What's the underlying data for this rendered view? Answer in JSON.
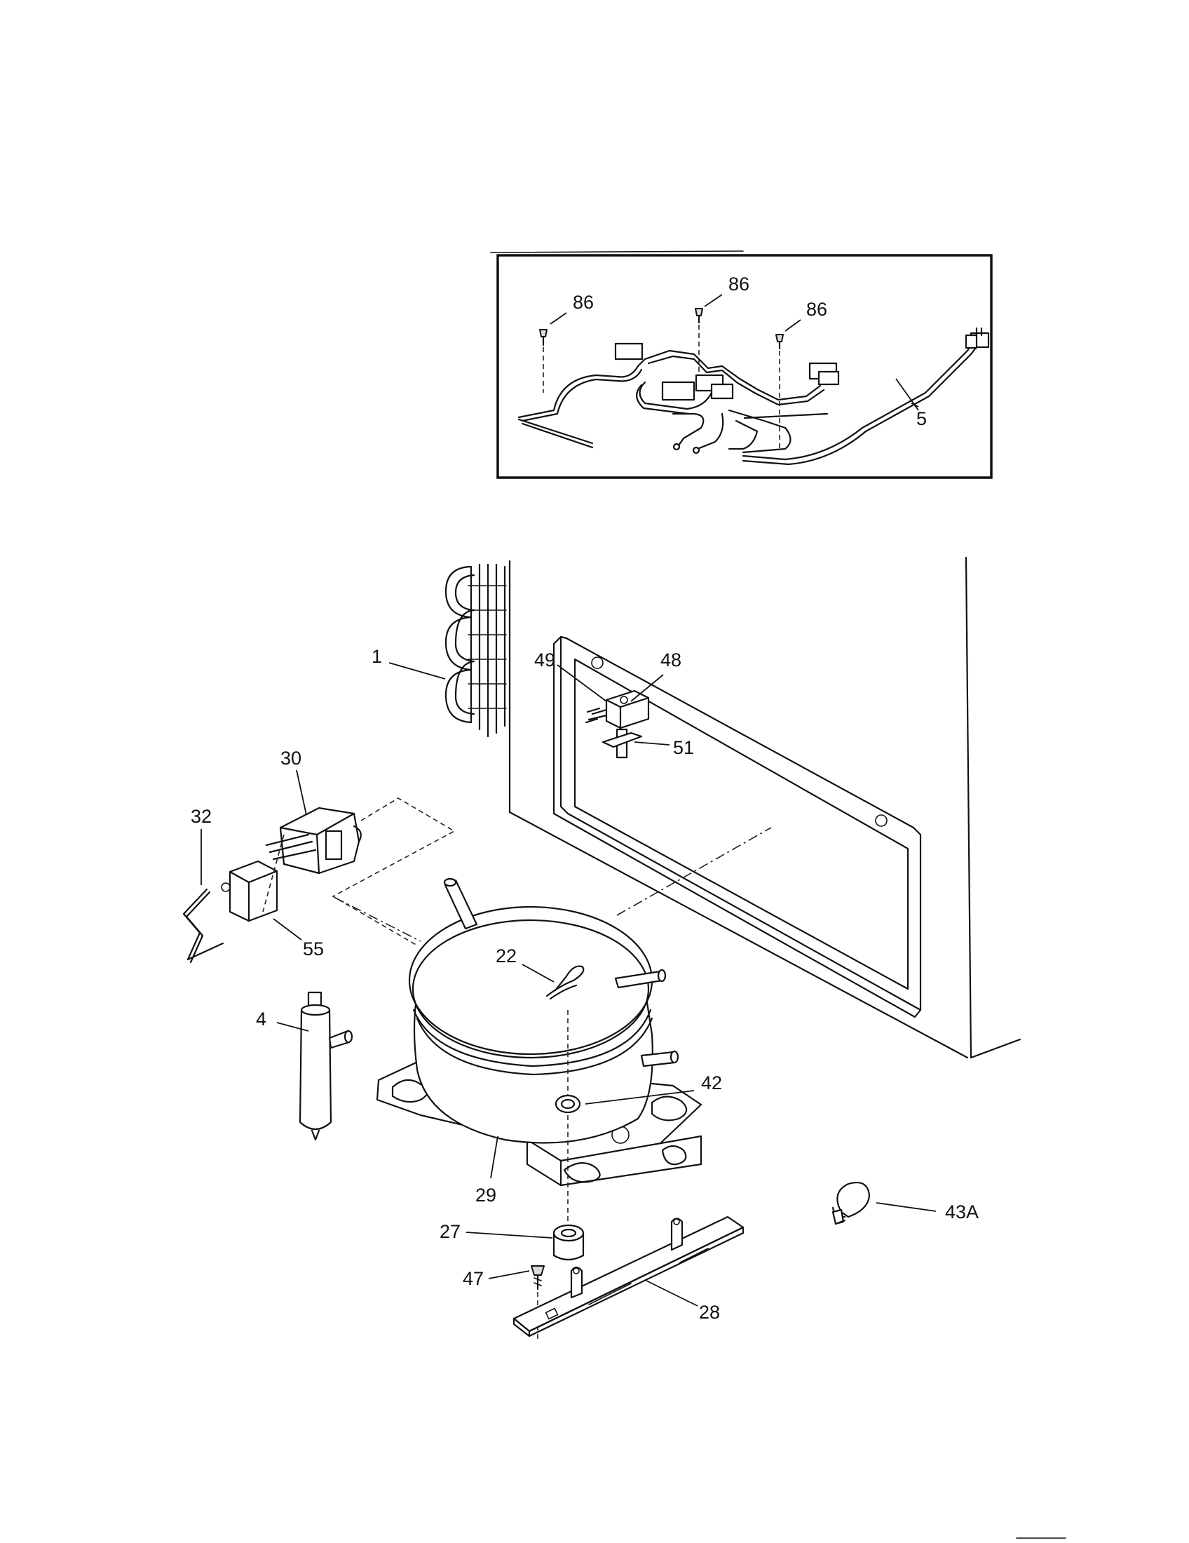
{
  "callouts": {
    "c86a": "86",
    "c86b": "86",
    "c86c": "86",
    "c5": "5",
    "c1": "1",
    "c49": "49",
    "c48": "48",
    "c51": "51",
    "c30": "30",
    "c32": "32",
    "c55": "55",
    "c22": "22",
    "c4": "4",
    "c42": "42",
    "c29": "29",
    "c27": "27",
    "c47": "47",
    "c28": "28",
    "c43a": "43A"
  },
  "colors": {
    "line": "#111111",
    "background": "#ffffff",
    "shade": "#dcdcdc"
  }
}
